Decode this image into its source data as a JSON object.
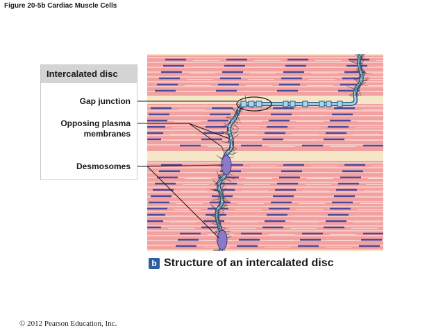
{
  "figure_title": "Figure 20-5b  Cardiac Muscle Cells",
  "legend": {
    "heading": "Intercalated disc",
    "labels": {
      "gap_junction": "Gap junction",
      "opposing_plasma_membranes": "Opposing plasma membranes",
      "desmosomes": "Desmosomes"
    }
  },
  "caption": {
    "badge": "b",
    "text": "Structure of an intercalated disc"
  },
  "copyright": "© 2012 Pearson Education, Inc.",
  "colors": {
    "cell_pink": "#f2a0a0",
    "cell_pink_light": "#f8c8c4",
    "gap_cream": "#f6e6c8",
    "myofilament_purple": "#4a4a9a",
    "membrane_blue": "#a8d8e8",
    "membrane_outline": "#2a5a8a",
    "desmosome": "#8a7ac8",
    "badge_blue": "#2e5e9e"
  }
}
